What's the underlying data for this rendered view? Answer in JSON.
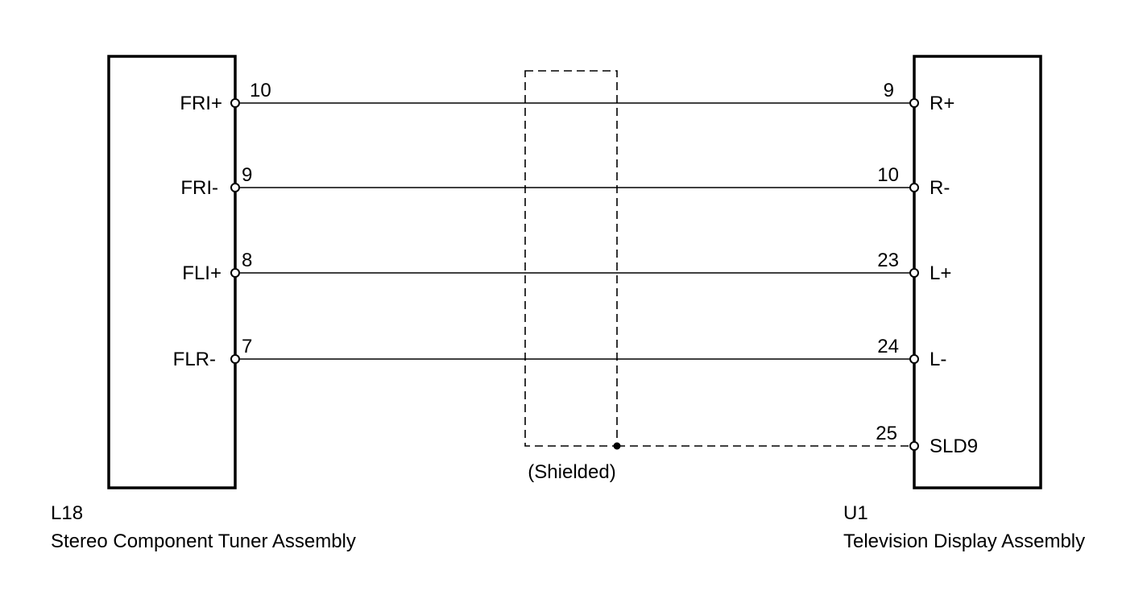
{
  "left_component": {
    "id": "L18",
    "name": "Stereo Component Tuner Assembly"
  },
  "right_component": {
    "id": "U1",
    "name": "Television Display Assembly"
  },
  "connections": [
    {
      "left_label": "FRI+",
      "left_pin": "10",
      "right_pin": "9",
      "right_label": "R+"
    },
    {
      "left_label": "FRI-",
      "left_pin": "9",
      "right_pin": "10",
      "right_label": "R-"
    },
    {
      "left_label": "FLI+",
      "left_pin": "8",
      "right_pin": "23",
      "right_label": "L+"
    },
    {
      "left_label": "FLR-",
      "left_pin": "7",
      "right_pin": "24",
      "right_label": "L-"
    }
  ],
  "shield": {
    "label": "(Shielded)",
    "right_pin": "25",
    "right_label": "SLD9"
  }
}
